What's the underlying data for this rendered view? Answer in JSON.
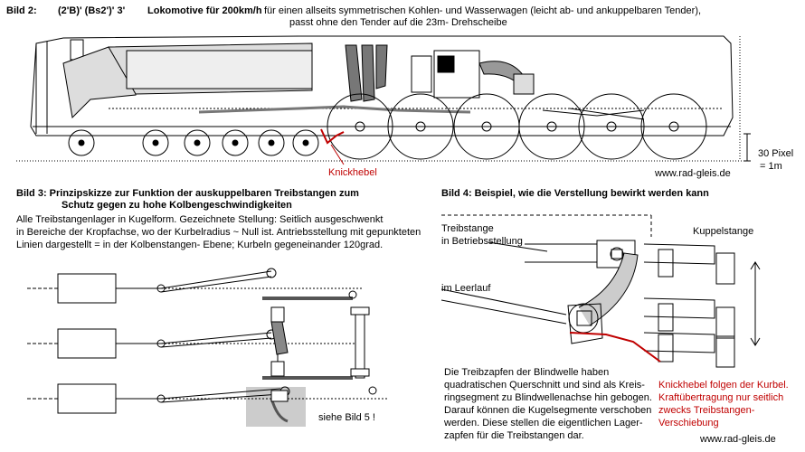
{
  "bild2": {
    "label": "Bild 2:",
    "wheel_arrangement": "(2'B)' (Bs2')' 3'",
    "title": "Lokomotive für 200km/h",
    "desc_line1": "für einen allseits symmetrischen Kohlen- und Wasserwagen (leicht ab- und ankuppelbaren Tender),",
    "desc_line2": "passt ohne den Tender auf die 23m- Drehscheibe",
    "knickhebel": "Knickhebel",
    "scale_line1": "30 Pixel",
    "scale_line2": "= 1m",
    "website": "www.rad-gleis.de"
  },
  "bild3": {
    "title_line1": "Bild 3:  Prinzipskizze zur Funktion der auskuppelbaren Treibstangen zum",
    "title_line2": "Schutz gegen zu hohe Kolbengeschwindigkeiten",
    "text_line1": "Alle Treibstangenlager in Kugelform. Gezeichnete Stellung: Seitlich ausgeschwenkt",
    "text_line2": "in Bereiche der Kropfachse, wo der Kurbelradius ~ Null ist.  Antriebsstellung mit gepunkteten",
    "text_line3": "Linien dargestellt = in der Kolbenstangen- Ebene; Kurbeln gegeneinander 120grad.",
    "see_ref": "siehe Bild 5 !"
  },
  "bild4": {
    "title": "Bild 4: Beispiel, wie die Verstellung bewirkt werden kann",
    "treibstange_line1": "Treibstange",
    "treibstange_line2": "in Betriebsstellung",
    "kuppelstange": "Kuppelstange",
    "leerlauf": "im Leerlauf",
    "desc": [
      "Die Treibzapfen der Blindwelle haben",
      "quadratischen Querschnitt und sind als Kreis-",
      "ringsegment zu Blindwellenachse hin gebogen.",
      "Darauf können die Kugelsegmente verschoben",
      "werden. Diese stellen die eigentlichen Lager-",
      "zapfen für die Treibstangen dar."
    ],
    "red_note": [
      "Knickhebel folgen der Kurbel.",
      "Kraftübertragung nur seitlich",
      "zwecks Treibstangen-",
      "Verschiebung"
    ],
    "website": "www.rad-gleis.de"
  },
  "colors": {
    "accent_red": "#c00000",
    "shade": "#cccccc",
    "dark": "#555555"
  }
}
